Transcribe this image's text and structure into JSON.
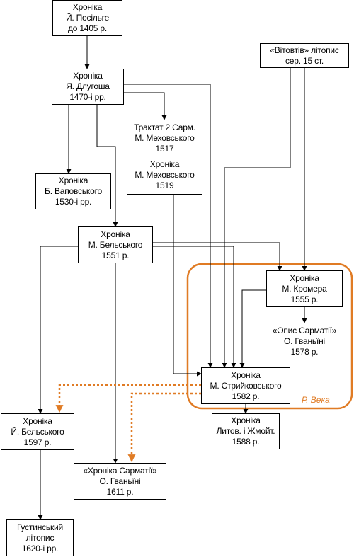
{
  "colors": {
    "line": "#000000",
    "accent": "#e07b24",
    "background": "#ffffff"
  },
  "nodes": {
    "posilge": [
      "Хроніка",
      "Й. Посільге",
      "до 1405 р."
    ],
    "dlugosz": [
      "Хроніка",
      "Я. Длугоша",
      "1470-і рр."
    ],
    "vitovtiv": [
      "«Вітовтів» літопис",
      "сер. 15 ст."
    ],
    "tractat": [
      "Трактат 2 Сарм.",
      "М. Меховського",
      "1517"
    ],
    "miechowita": [
      "Хроніка",
      "М. Меховського",
      "1519"
    ],
    "wapowski": [
      "Хроніка",
      "Б. Ваповського",
      "1530-і рр."
    ],
    "bielski_m": [
      "Хроніка",
      "М. Бельського",
      "1551 р."
    ],
    "kromer": [
      "Хроніка",
      "М. Кромера",
      "1555 р."
    ],
    "opys": [
      "«Опис Сарматії»",
      "О. Гваньїні",
      "1578 р."
    ],
    "stryjkowski": [
      "Хроніка",
      "М. Стрийковського",
      "1582 р."
    ],
    "bielski_j": [
      "Хроніка",
      "Й. Бельського",
      "1597 р."
    ],
    "lytov": [
      "Хроніка",
      "Литов. і Жмойт.",
      "1588 р."
    ],
    "sarmatia": [
      "«Хроніка Сарматії»",
      "О. Гваньїні",
      "1611 р."
    ],
    "hustyn": [
      "Густинський",
      "літопис",
      "1620-і рр."
    ]
  },
  "group_label": "Р. Века"
}
